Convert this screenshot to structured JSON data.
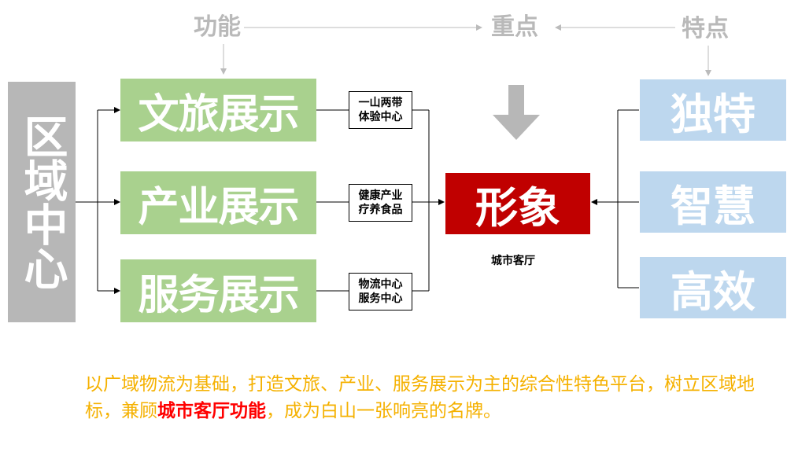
{
  "headers": {
    "function": "功能",
    "focus": "重点",
    "features": "特点"
  },
  "region": {
    "label": "区域中心"
  },
  "showcases": [
    {
      "label": "文旅展示",
      "detail_line1": "一山两带",
      "detail_line2": "体验中心"
    },
    {
      "label": "产业展示",
      "detail_line1": "健康产业",
      "detail_line2": "疗养食品"
    },
    {
      "label": "服务展示",
      "detail_line1": "物流中心",
      "detail_line2": "服务中心"
    }
  ],
  "center": {
    "label": "形象",
    "caption": "城市客厅"
  },
  "features": [
    "独特",
    "智慧",
    "高效"
  ],
  "summary": {
    "part1": "以广域物流为基础，打造文旅、产业、服务展示为主的综合性特色平台，树立区域地标，兼顾",
    "highlight": "城市客厅功能",
    "part2": "，成为白山一张响亮的名牌。"
  },
  "colors": {
    "region": "#b7b7b7",
    "showcase": "#a9d18e",
    "feature": "#bdd7ee",
    "center": "#c00000",
    "summary": "#f5b100",
    "highlight": "#ff0000"
  }
}
